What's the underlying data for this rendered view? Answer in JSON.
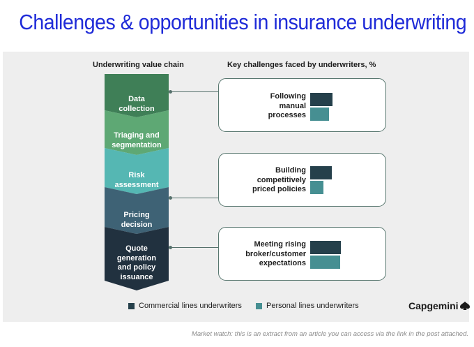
{
  "title": "Challenges & opportunities in insurance underwriting",
  "left_header": "Underwriting value chain",
  "right_header": "Key challenges faced by underwriters, %",
  "value_chain": [
    {
      "lines": [
        "Data",
        "collection"
      ],
      "color": "#3f7f57"
    },
    {
      "lines": [
        "Triaging and",
        "segmentation"
      ],
      "color": "#5ea874"
    },
    {
      "lines": [
        "Risk",
        "assessment"
      ],
      "color": "#55b7b3"
    },
    {
      "lines": [
        "Pricing",
        "decision"
      ],
      "color": "#3e6275"
    },
    {
      "lines": [
        "Quote",
        "generation",
        "and policy",
        "issuance"
      ],
      "color": "#21313f"
    }
  ],
  "challenges": [
    {
      "lines": [
        "Following",
        "manual",
        "processes"
      ],
      "commercial": 32,
      "personal": 27
    },
    {
      "lines": [
        "Building",
        "competitively",
        "priced policies"
      ],
      "commercial": 31,
      "personal": 19
    },
    {
      "lines": [
        "Meeting rising",
        "broker/customer",
        "expectations"
      ],
      "commercial": 44,
      "personal": 43
    }
  ],
  "colors": {
    "commercial": "#25404b",
    "personal": "#468f92"
  },
  "legend": {
    "commercial": "Commercial lines underwriters",
    "personal": "Personal lines underwriters"
  },
  "logo": "Capgemini",
  "footnote": "Market watch: this is an extract from an article you can access via the link in the post attached."
}
